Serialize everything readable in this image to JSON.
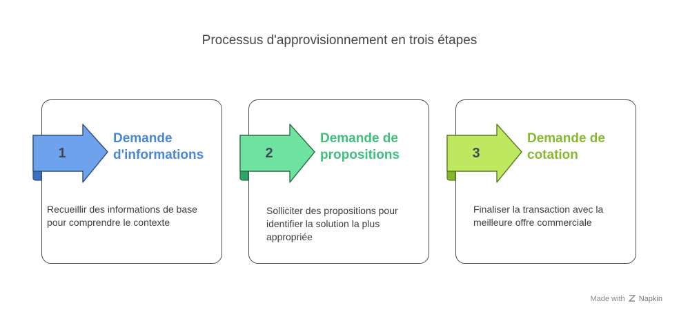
{
  "title": "Processus d'approvisionnement en trois étapes",
  "steps": [
    {
      "number": "1",
      "heading_line1": "Demande",
      "heading_line2": "d'informations",
      "description": "Recueillir des informations de base pour comprendre le contexte",
      "color": "#4a86d6"
    },
    {
      "number": "2",
      "heading_line1": "Demande de",
      "heading_line2": "propositions",
      "description": "Solliciter des propositions pour identifier la solution la plus appropriée",
      "color": "#3fbf7c"
    },
    {
      "number": "3",
      "heading_line1": "Demande de",
      "heading_line2": "cotation",
      "description": "Finaliser la transaction avec la meilleure offre commerciale",
      "color": "#86b92f"
    }
  ],
  "footer": {
    "made_with": "Made with",
    "brand": "Napkin"
  }
}
